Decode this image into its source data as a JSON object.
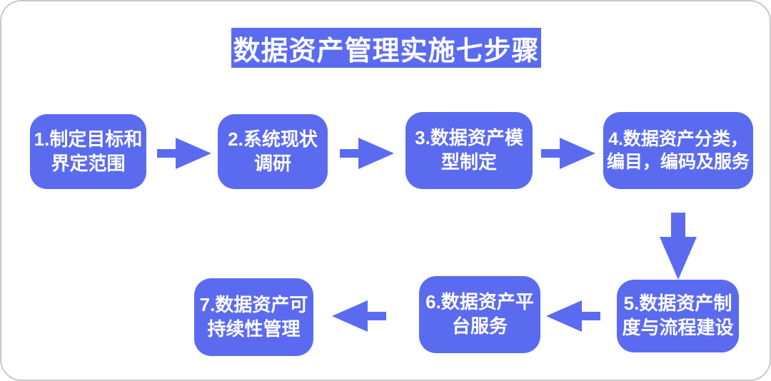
{
  "title": "数据资产管理实施七步骤",
  "colors": {
    "primary": "#5b6bf0",
    "text_on_primary": "#ffffff",
    "canvas_border": "#c9c9c9",
    "background": "#ffffff"
  },
  "steps": [
    {
      "id": 1,
      "label": "1.制定目标和\n界定范围"
    },
    {
      "id": 2,
      "label": "2.系统现状\n调研"
    },
    {
      "id": 3,
      "label": "3.数据资产模\n型制定"
    },
    {
      "id": 4,
      "label": "4.数据资产分类，\n编目，编码及服务"
    },
    {
      "id": 5,
      "label": "5.数据资产制\n度与流程建设"
    },
    {
      "id": 6,
      "label": "6.数据资产平\n台服务"
    },
    {
      "id": 7,
      "label": "7.数据资产可\n持续性管理"
    }
  ],
  "connections": [
    {
      "from": 1,
      "to": 2,
      "direction": "right"
    },
    {
      "from": 2,
      "to": 3,
      "direction": "right"
    },
    {
      "from": 3,
      "to": 4,
      "direction": "right"
    },
    {
      "from": 4,
      "to": 5,
      "direction": "down"
    },
    {
      "from": 5,
      "to": 6,
      "direction": "left"
    },
    {
      "from": 6,
      "to": 7,
      "direction": "left"
    }
  ]
}
